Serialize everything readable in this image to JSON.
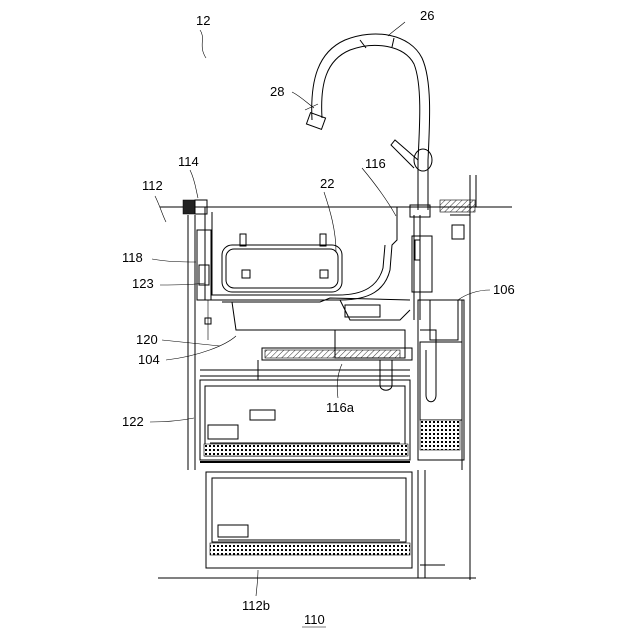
{
  "figure": {
    "labels": {
      "l12": "12",
      "l26": "26",
      "l28": "28",
      "l114": "114",
      "l112": "112",
      "l116": "116",
      "l22": "22",
      "l118": "118",
      "l123": "123",
      "l106": "106",
      "l120": "120",
      "l104": "104",
      "l116a": "116a",
      "l122": "122",
      "l112b": "112b",
      "l110": "110"
    }
  }
}
